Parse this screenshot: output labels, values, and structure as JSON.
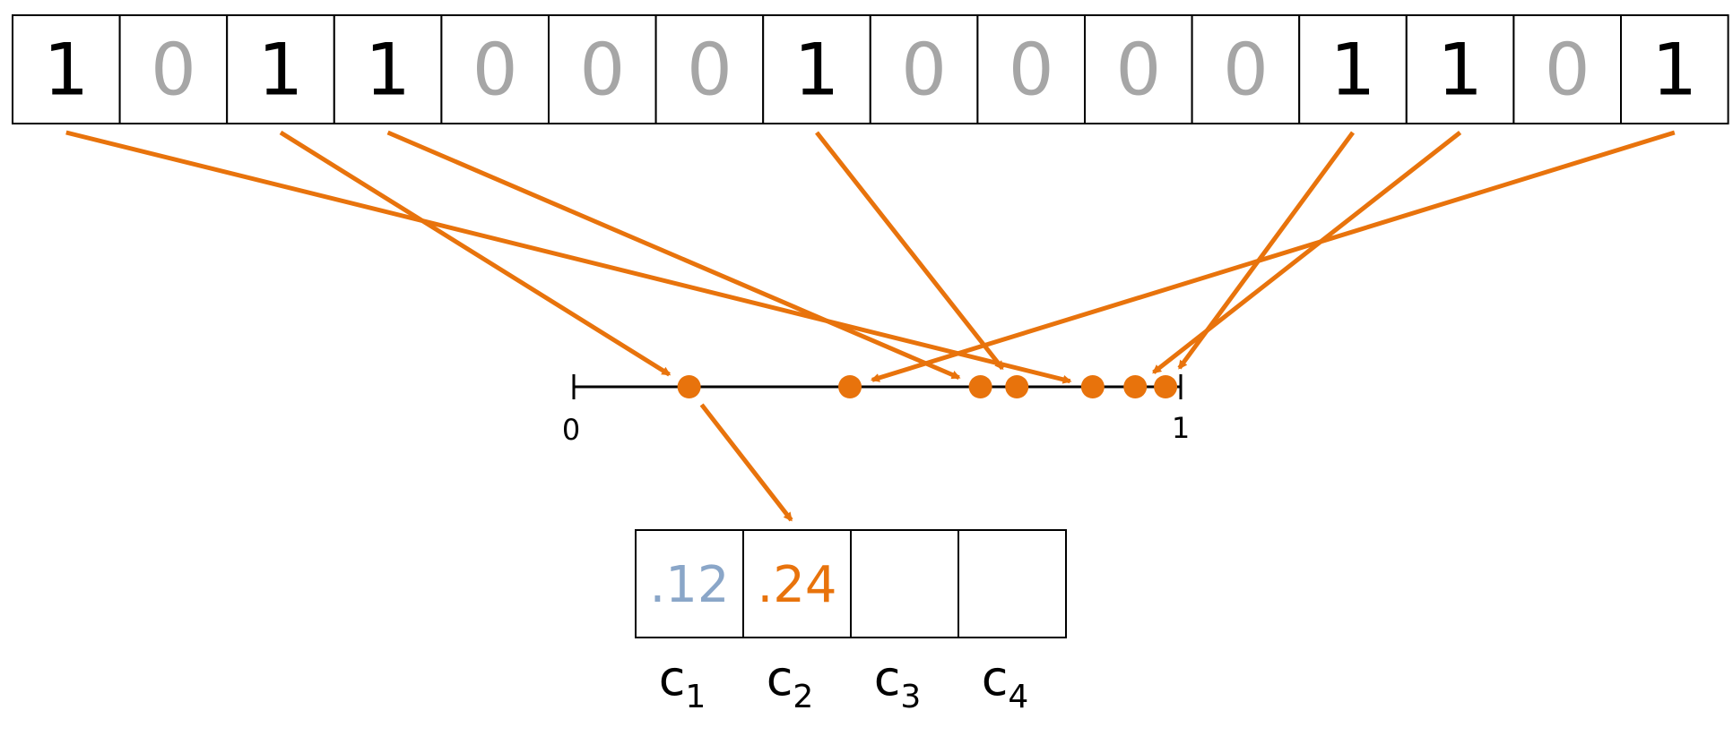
{
  "bits": [
    "1",
    "0",
    "1",
    "1",
    "0",
    "0",
    "0",
    "1",
    "0",
    "0",
    "0",
    "0",
    "1",
    "1",
    "0",
    "1"
  ],
  "number_line": {
    "min_label": "0",
    "max_label": "1",
    "points": [
      0.19,
      0.455,
      0.67,
      0.73,
      0.855,
      0.925,
      0.975
    ]
  },
  "hash_arrows": [
    {
      "from_bit": 0,
      "to_point": 4
    },
    {
      "from_bit": 2,
      "to_point": 0
    },
    {
      "from_bit": 3,
      "to_point": 2
    },
    {
      "from_bit": 7,
      "to_point": 3
    },
    {
      "from_bit": 12,
      "to_point": 6
    },
    {
      "from_bit": 13,
      "to_point": 5
    },
    {
      "from_bit": 15,
      "to_point": 1
    }
  ],
  "register_arrow": {
    "from_point": 0,
    "to_register": 1
  },
  "registers": [
    {
      "value": ".12",
      "label": "c",
      "sub": "1",
      "color": "#8aa6c8"
    },
    {
      "value": ".24",
      "label": "c",
      "sub": "2",
      "color": "#e8730c"
    },
    {
      "value": "",
      "label": "c",
      "sub": "3",
      "color": "#000000"
    },
    {
      "value": "",
      "label": "c",
      "sub": "4",
      "color": "#000000"
    }
  ],
  "colors": {
    "one": "#000000",
    "zero": "#a6a6a6",
    "accent": "#e8730c",
    "line": "#000000"
  }
}
